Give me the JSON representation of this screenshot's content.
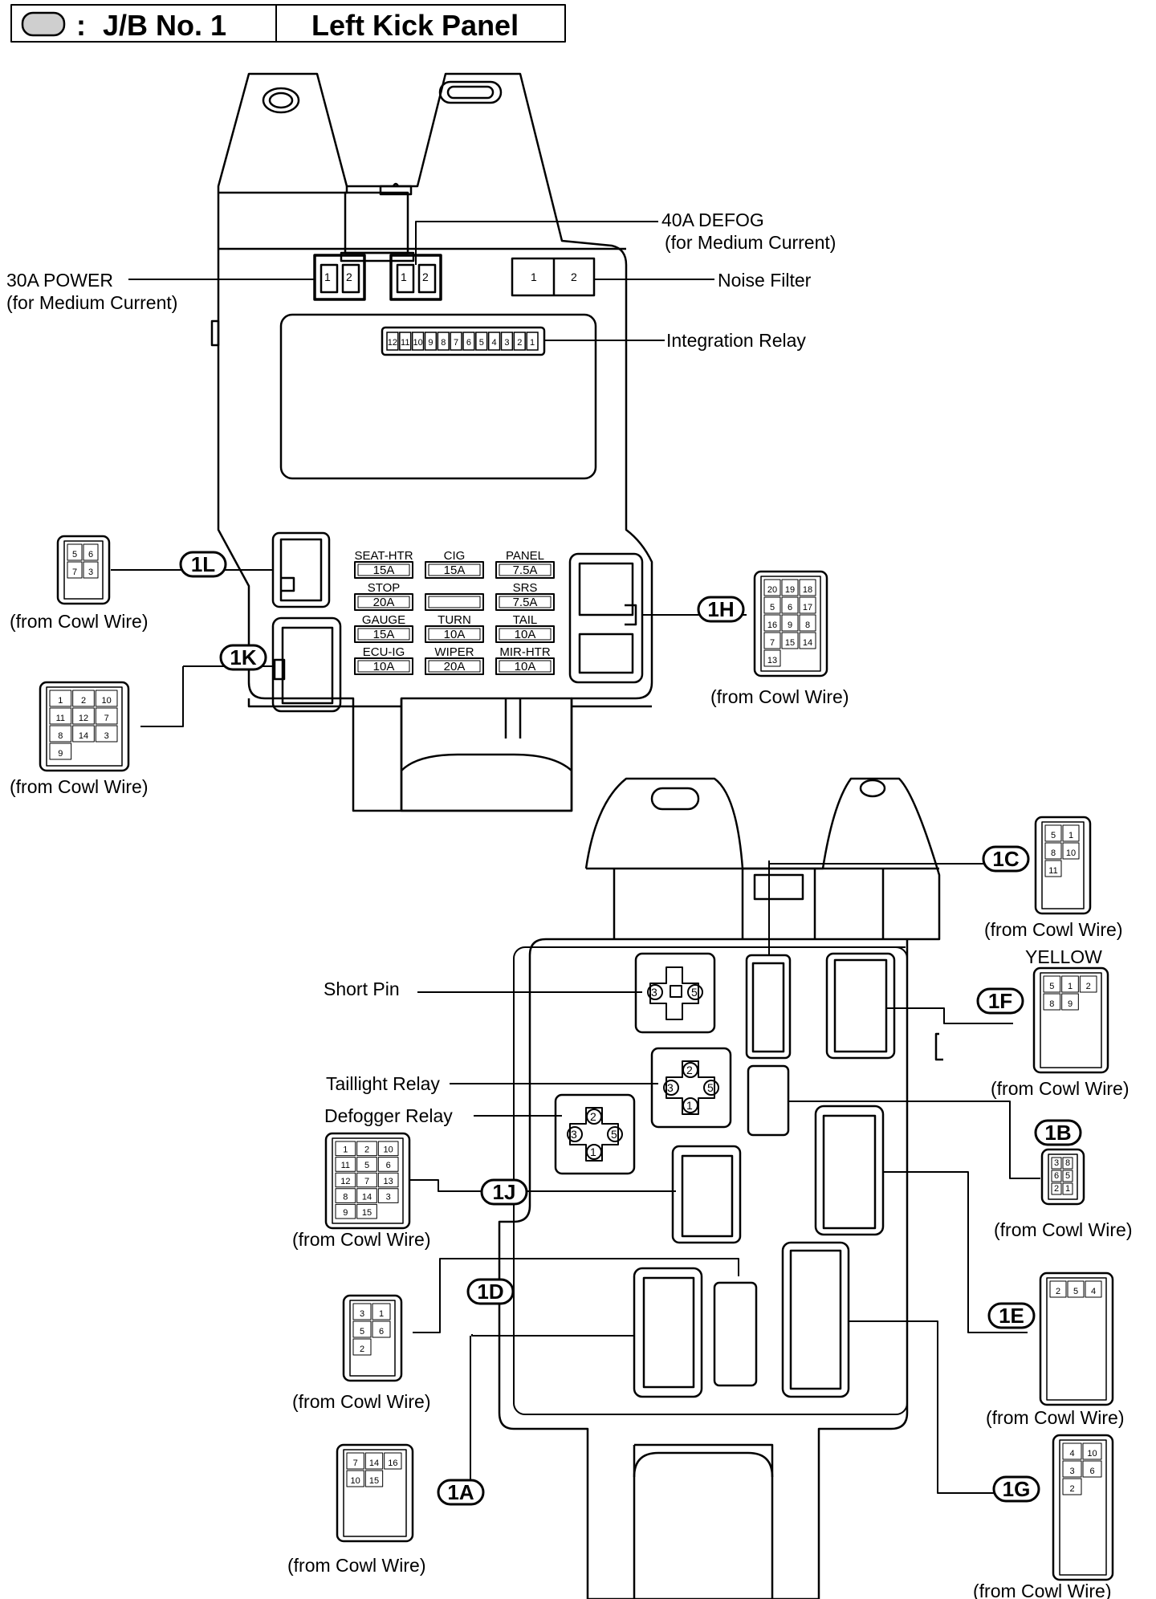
{
  "header": {
    "connector_symbol_label": ":",
    "title": "J/B No. 1",
    "location": "Left Kick Panel"
  },
  "upper_block": {
    "relay_30a": {
      "label": "30A POWER",
      "sub": "(for Medium Current)",
      "pins": [
        "1",
        "2"
      ]
    },
    "relay_40a": {
      "label": "40A DEFOG",
      "sub": "(for Medium Current)",
      "pins": [
        "1",
        "2"
      ]
    },
    "noise_filter": {
      "label": "Noise Filter",
      "pins": [
        "1",
        "2"
      ]
    },
    "integration_relay": {
      "label": "Integration Relay",
      "pins": [
        "12",
        "11",
        "10",
        "9",
        "8",
        "7",
        "6",
        "5",
        "4",
        "3",
        "2",
        "1"
      ]
    },
    "fuses": [
      {
        "name": "SEAT-HTR",
        "amp": "15A"
      },
      {
        "name": "CIG",
        "amp": "15A"
      },
      {
        "name": "PANEL",
        "amp": "7.5A"
      },
      {
        "name": "STOP",
        "amp": "20A"
      },
      {
        "name": "",
        "amp": ""
      },
      {
        "name": "SRS",
        "amp": "7.5A"
      },
      {
        "name": "GAUGE",
        "amp": "15A"
      },
      {
        "name": "TURN",
        "amp": "10A"
      },
      {
        "name": "TAIL",
        "amp": "10A"
      },
      {
        "name": "ECU-IG",
        "amp": "10A"
      },
      {
        "name": "WIPER",
        "amp": "20A"
      },
      {
        "name": "MIR-HTR",
        "amp": "10A"
      }
    ]
  },
  "lower_block": {
    "short_pin": {
      "label": "Short Pin",
      "pins": [
        "3",
        "5"
      ]
    },
    "taillight_relay": {
      "label": "Taillight Relay",
      "pins": [
        "2",
        "3",
        "5",
        "1"
      ]
    },
    "defogger_relay": {
      "label": "Defogger Relay",
      "pins": [
        "2",
        "3",
        "5",
        "1"
      ]
    }
  },
  "connectors": [
    {
      "code": "1L",
      "caption": "(from Cowl Wire)",
      "note": ""
    },
    {
      "code": "1K",
      "caption": "(from Cowl Wire)",
      "note": ""
    },
    {
      "code": "1H",
      "caption": "(from Cowl Wire)",
      "note": ""
    },
    {
      "code": "1C",
      "caption": "(from Cowl Wire)",
      "note": ""
    },
    {
      "code": "1F",
      "caption": "(from Cowl Wire)",
      "note": "YELLOW"
    },
    {
      "code": "1B",
      "caption": "(from Cowl Wire)",
      "note": ""
    },
    {
      "code": "1J",
      "caption": "(from Cowl Wire)",
      "note": ""
    },
    {
      "code": "1D",
      "caption": "(from Cowl Wire)",
      "note": ""
    },
    {
      "code": "1E",
      "caption": "(from Cowl Wire)",
      "note": ""
    },
    {
      "code": "1A",
      "caption": "(from Cowl Wire)",
      "note": ""
    },
    {
      "code": "1G",
      "caption": "(from Cowl Wire)",
      "note": ""
    }
  ],
  "connector_pins": {
    "1L": [
      "5",
      "6",
      "7",
      "3"
    ],
    "1K": [
      "1",
      "2",
      "10",
      "11",
      "12",
      "7",
      "8",
      "14",
      "3",
      "9"
    ],
    "1H": [
      "20",
      "19",
      "18",
      "5",
      "6",
      "17",
      "16",
      "9",
      "8",
      "7",
      "15",
      "14",
      "13"
    ],
    "1C": [
      "5",
      "1",
      "8",
      "10",
      "11"
    ],
    "1F": [
      "5",
      "1",
      "2",
      "8",
      "9"
    ],
    "1B": [
      "3",
      "8",
      "6",
      "5",
      "2",
      "1"
    ],
    "1J": [
      "1",
      "2",
      "10",
      "11",
      "5",
      "6",
      "12",
      "7",
      "13",
      "8",
      "14",
      "3",
      "9",
      "15"
    ],
    "1D": [
      "3",
      "1",
      "5",
      "6",
      "2"
    ],
    "1E": [
      "2",
      "5",
      "4"
    ],
    "1A": [
      "7",
      "14",
      "16",
      "10",
      "15"
    ],
    "1G": [
      "4",
      "10",
      "3",
      "6",
      "2"
    ]
  },
  "colors": {
    "line": "#000000",
    "background": "#ffffff",
    "header_symbol_fill": "#cfcfcf"
  }
}
